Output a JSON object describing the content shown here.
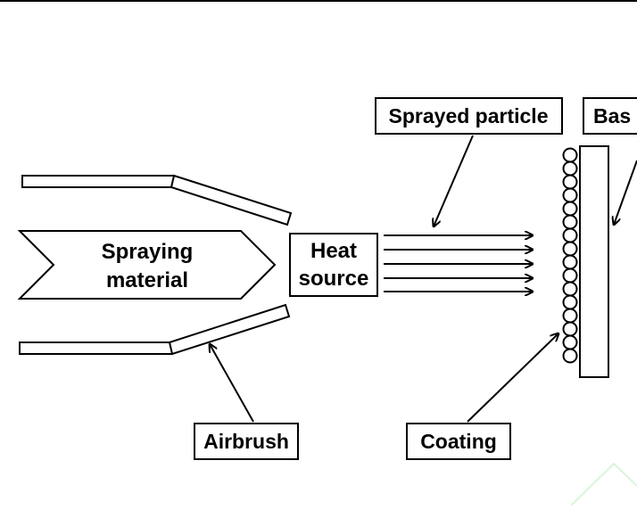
{
  "diagram": {
    "labels": {
      "spraying_material_line1": "Spraying",
      "spraying_material_line2": "material",
      "heat_source_line1": "Heat",
      "heat_source_line2": "source",
      "sprayed_particle": "Sprayed particle",
      "base": "Bas",
      "airbrush": "Airbrush",
      "coating": "Coating"
    },
    "colors": {
      "stroke": "#000000",
      "background": "#ffffff",
      "watermark": "#c8f0c8"
    }
  }
}
